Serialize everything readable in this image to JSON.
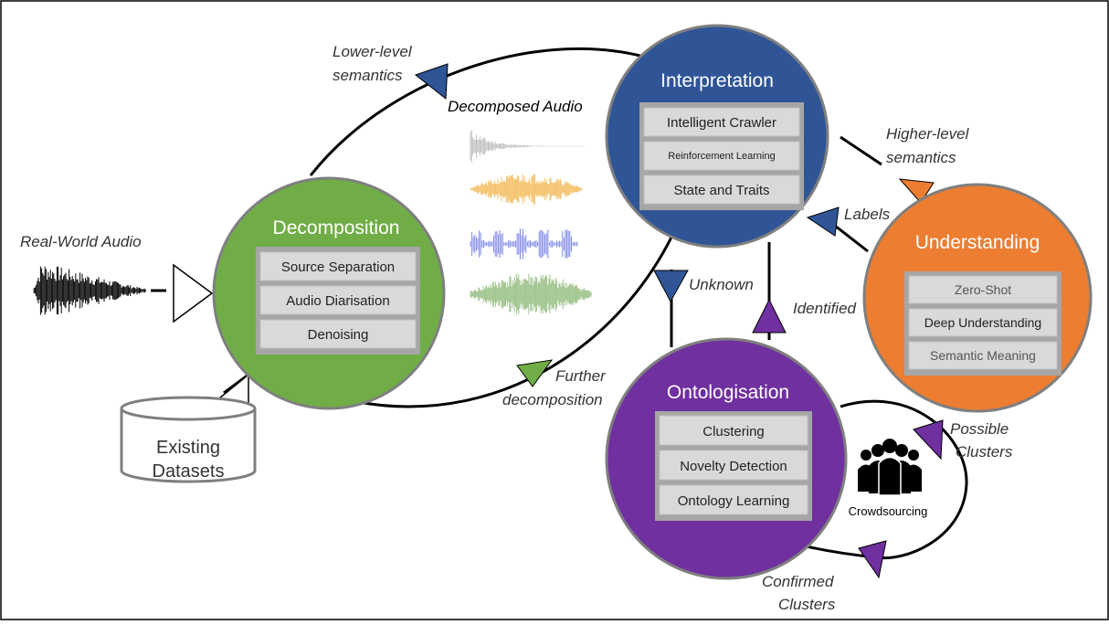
{
  "labels": {
    "real_world_audio": "Real-World Audio",
    "lower_level_1": "Lower-level",
    "lower_level_2": "semantics",
    "decomposed_audio": "Decomposed Audio",
    "higher_level_1": "Higher-level",
    "higher_level_2": "semantics",
    "labels": "Labels",
    "unknown": "Unknown",
    "identified": "Identified",
    "further_1": "Further",
    "further_2": "decomposition",
    "possible_1": "Possible",
    "possible_2": "Clusters",
    "confirmed_1": "Confirmed",
    "confirmed_2": "Clusters",
    "crowdsourcing": "Crowdsourcing",
    "existing_1": "Existing",
    "existing_2": "Datasets"
  },
  "nodes": {
    "decomposition": {
      "title": "Decomposition",
      "items": [
        "Source Separation",
        "Audio Diarisation",
        "Denoising"
      ]
    },
    "interpretation": {
      "title": "Interpretation",
      "items": [
        "Intelligent Crawler",
        "Reinforcement Learning",
        "State and Traits"
      ]
    },
    "understanding": {
      "title": "Understanding",
      "items": [
        "Zero-Shot",
        "Deep Understanding",
        "Semantic Meaning"
      ]
    },
    "ontologisation": {
      "title": "Ontologisation",
      "items": [
        "Clustering",
        "Novelty Detection",
        "Ontology Learning"
      ]
    }
  },
  "colors": {
    "decomposition": "#70ad47",
    "interpretation": "#2f5597",
    "understanding": "#ed7d31",
    "ontologisation": "#7030a0",
    "blue_arrow": "#2f5597",
    "green_arrow": "#70ad47",
    "orange_arrow": "#ed7d31",
    "purple_arrow": "#7030a0",
    "waveform_gray": "#bfbfbf",
    "waveform_yellow": "#f4c26b",
    "waveform_blue": "#7b86e8",
    "waveform_green": "#9fc58e"
  },
  "icons": [
    "crowd-icon",
    "database-icon",
    "waveform-icon"
  ]
}
